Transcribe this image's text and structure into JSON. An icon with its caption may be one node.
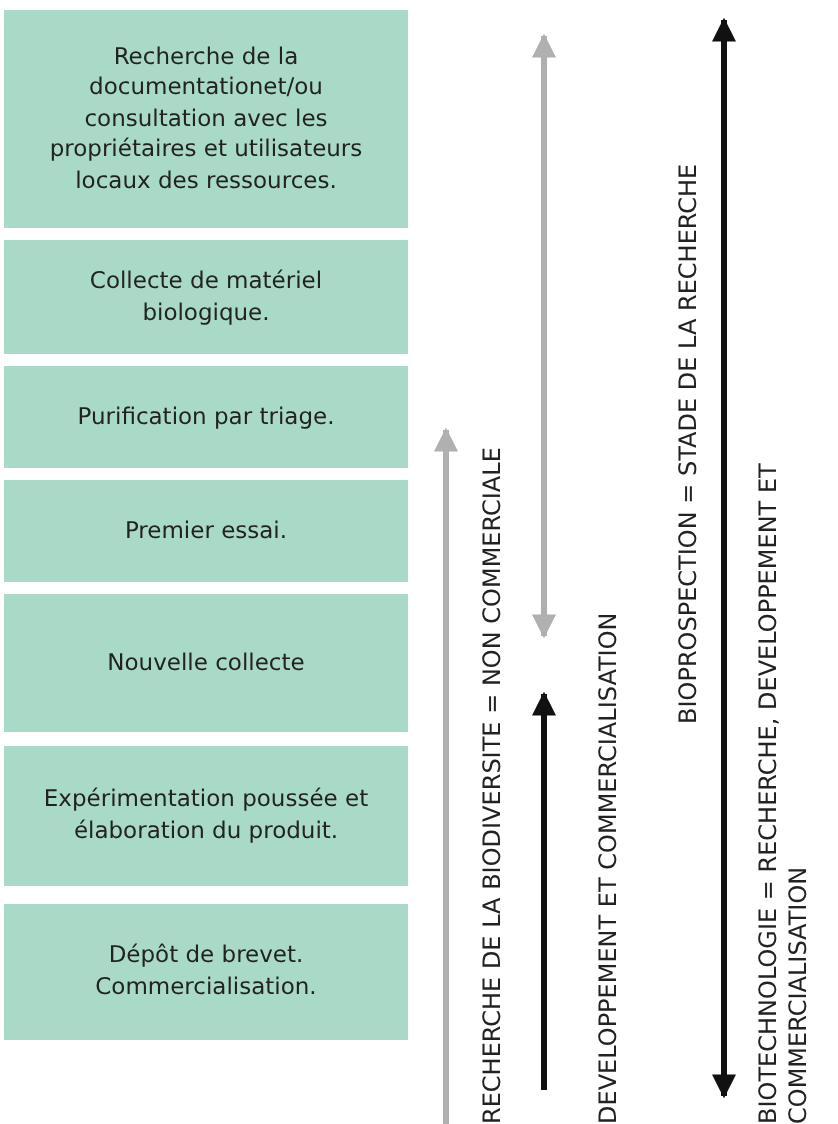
{
  "diagram": {
    "nodes": [
      {
        "text": [
          "Recherche de la documentationet/ou consultation avec les propriétaires et utilisateurs locaux des ressources."
        ]
      },
      {
        "text": [
          "Collecte de matériel biologique."
        ]
      },
      {
        "text": [
          "Purification par triage."
        ]
      },
      {
        "text": [
          "Premier essai."
        ]
      },
      {
        "text": [
          "Nouvelle collecte"
        ]
      },
      {
        "text": [
          "Expérimentation poussée et élaboration du produit."
        ]
      },
      {
        "text": [
          "Dépôt de brevet. Commercialisation."
        ]
      }
    ],
    "labels": [
      "RECHERCHE DE LA BIODIVERSITE = NON COMMERCIALE",
      "DEVELOPPEMENT ET COMMERCIALISATION",
      "BIOPROSPECTION = STADE DE LA RECHERCHE",
      "BIOTECHNOLOGIE = RECHERCHE, DEVELOPPEMENT ET COMMERCIALISATION"
    ]
  }
}
